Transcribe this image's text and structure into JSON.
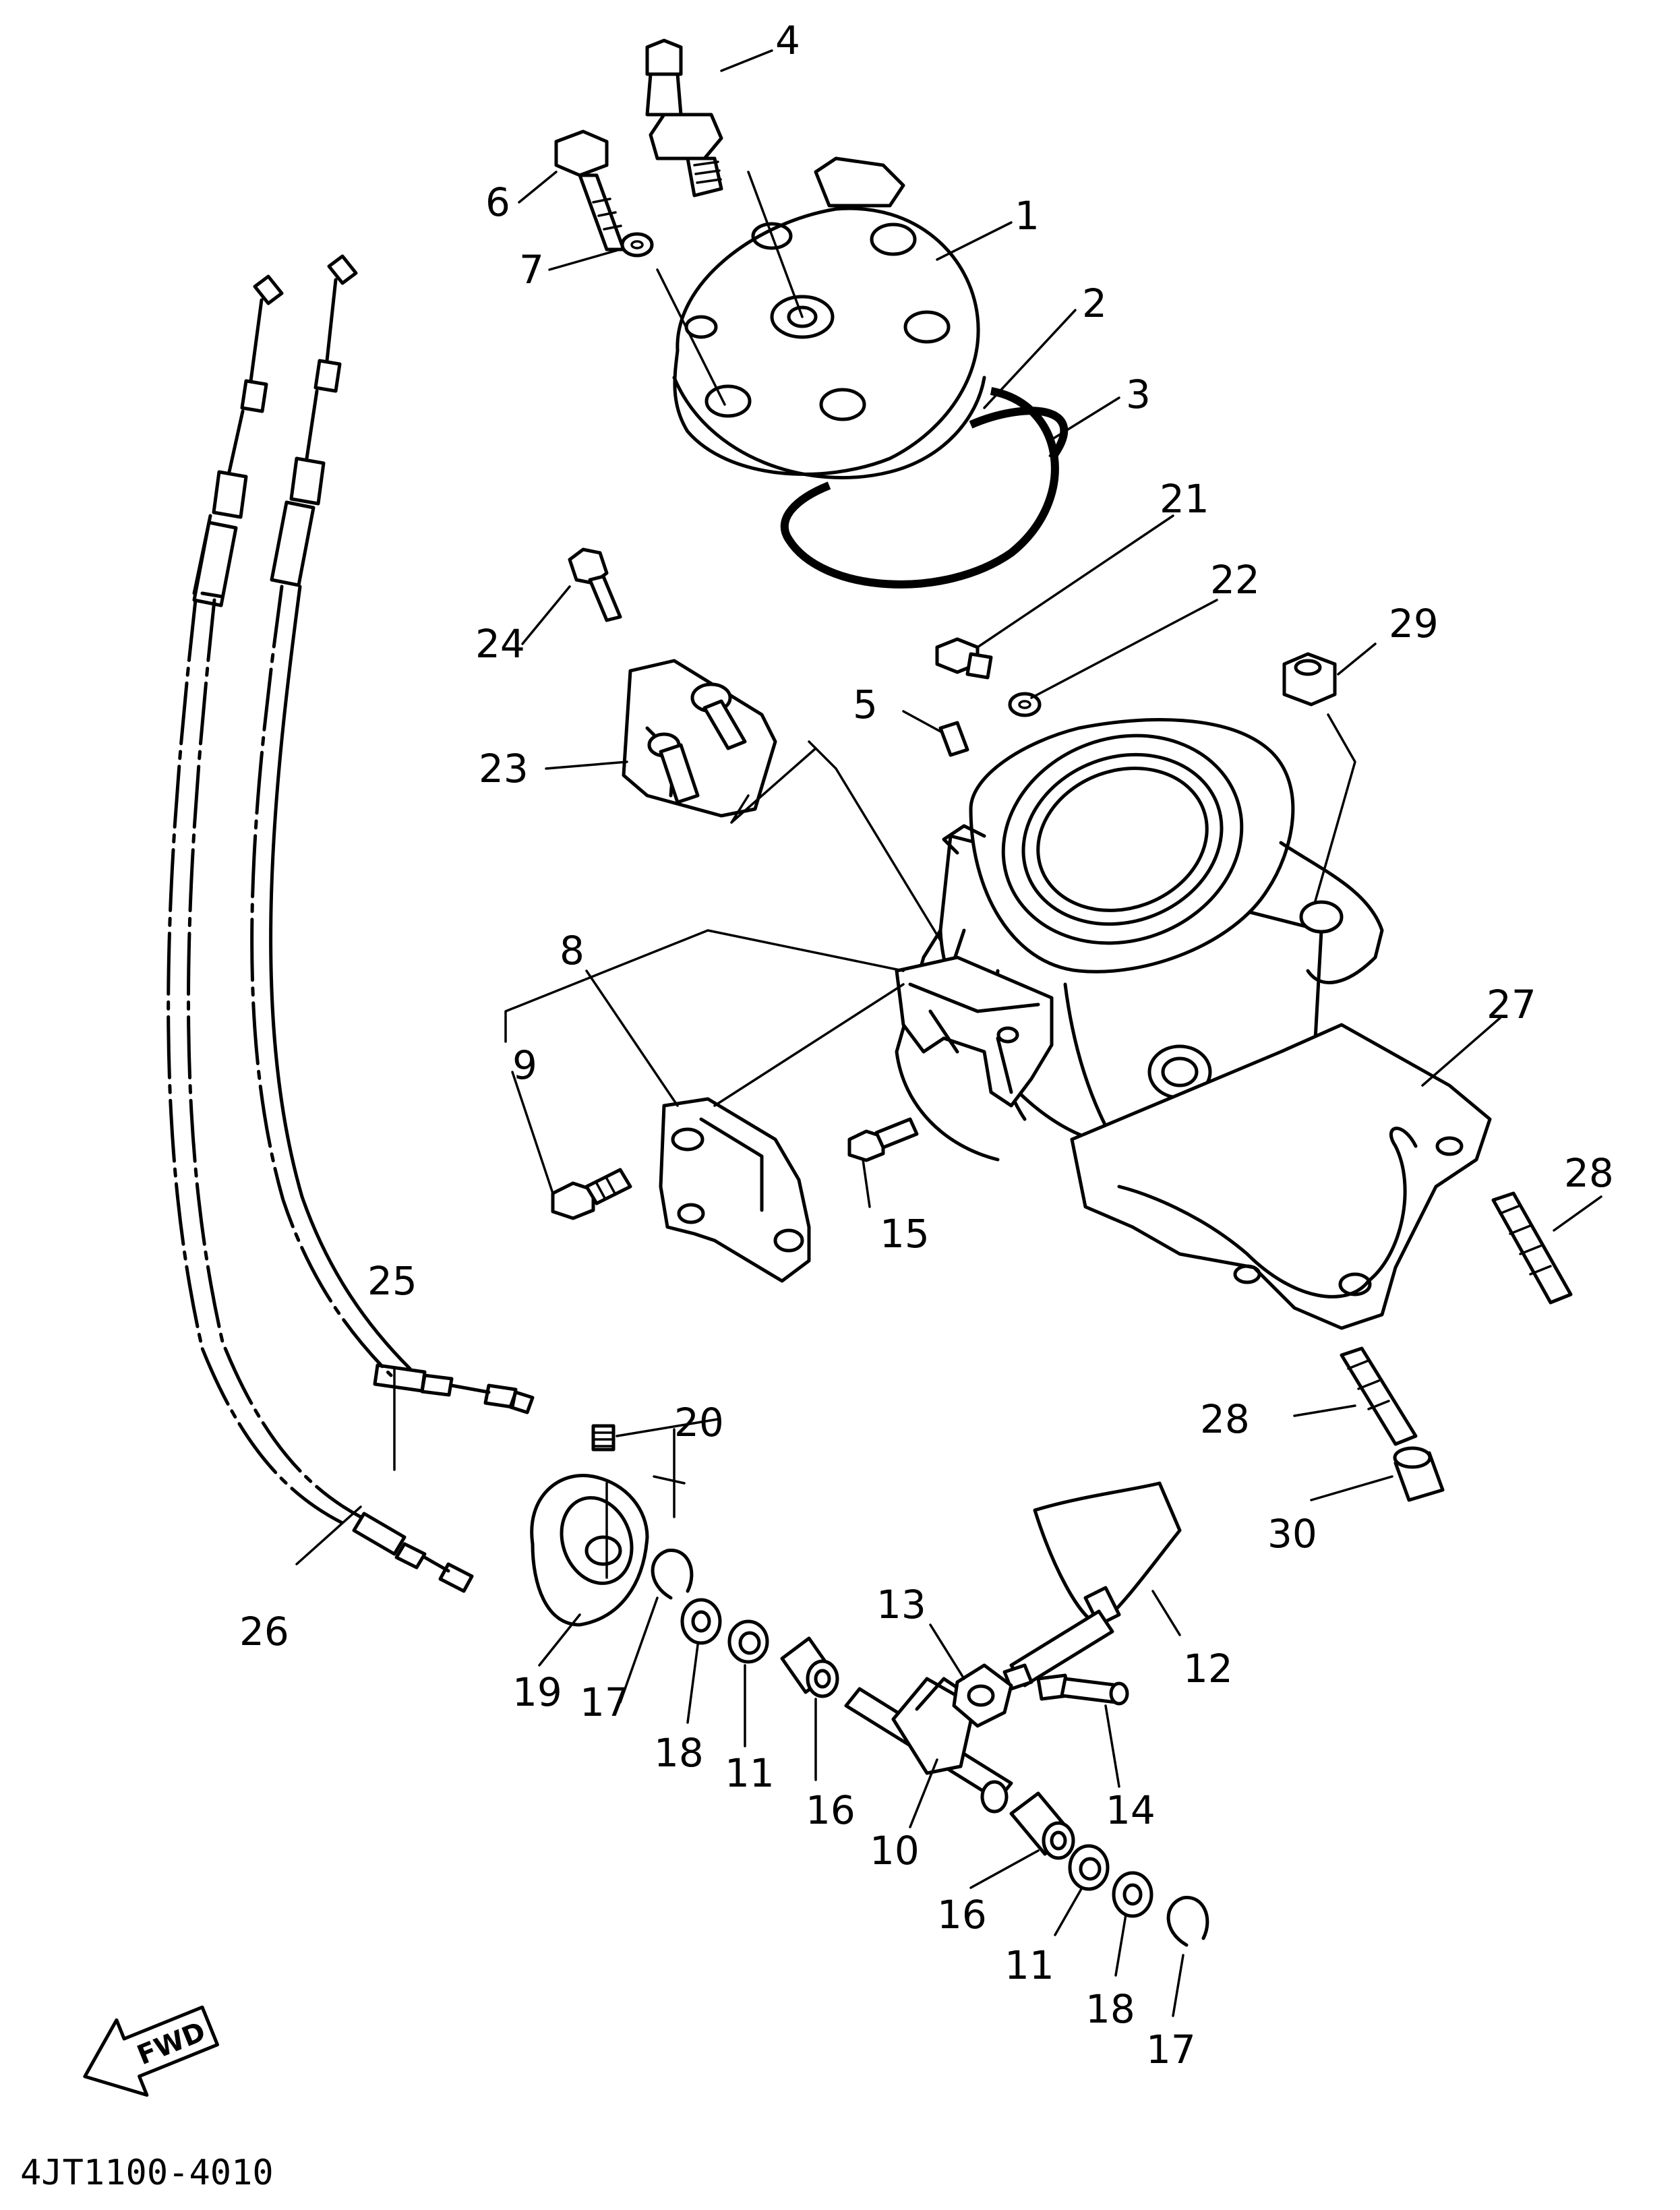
{
  "diagram_code": "4JT1100-4010",
  "direction_label": "FWD",
  "callouts": {
    "c1": "1",
    "c2": "2",
    "c3": "3",
    "c4": "4",
    "c5": "5",
    "c6": "6",
    "c7": "7",
    "c8": "8",
    "c9": "9",
    "c10": "10",
    "c11a": "11",
    "c11b": "11",
    "c12": "12",
    "c13": "13",
    "c14": "14",
    "c15": "15",
    "c16a": "16",
    "c16b": "16",
    "c17a": "17",
    "c17b": "17",
    "c18a": "18",
    "c18b": "18",
    "c19": "19",
    "c20": "20",
    "c21": "21",
    "c22": "22",
    "c23": "23",
    "c24": "24",
    "c25": "25",
    "c26": "26",
    "c27": "27",
    "c28a": "28",
    "c28b": "28",
    "c29": "29",
    "c30": "30"
  }
}
